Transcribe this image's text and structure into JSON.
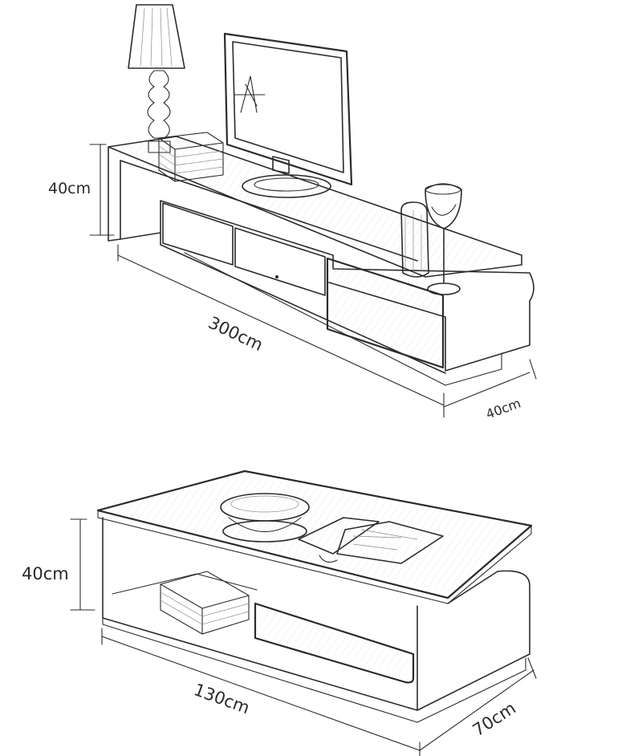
{
  "tv_cabinet": {
    "height_label": "40cm",
    "length_label": "300cm",
    "depth_label": "40cm"
  },
  "coffee_table": {
    "height_label": "40cm",
    "length_label": "130cm",
    "depth_label": "70cm"
  }
}
